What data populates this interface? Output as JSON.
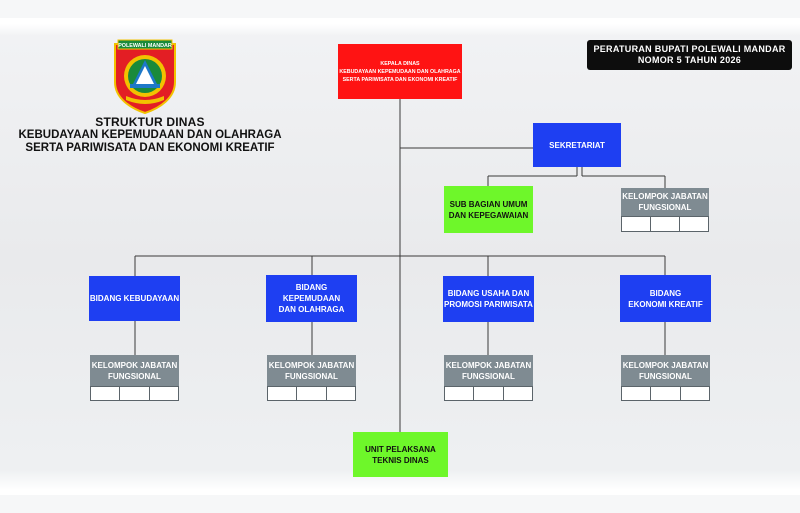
{
  "logo": {
    "ribbon_text": "POLEWALI MANDAR",
    "colors": {
      "red": "#e31e24",
      "gold": "#f2c200",
      "green": "#1a8a3a",
      "blue": "#1e78c8"
    }
  },
  "title": {
    "line1": "STRUKTUR DINAS",
    "line2": "KEBUDAYAAN KEPEMUDAAN DAN OLAHRAGA",
    "line3": "SERTA PARIWISATA DAN EKONOMI KREATIF"
  },
  "regulation": {
    "line1": "PERATURAN BUPATI POLEWALI MANDAR",
    "line2": "NOMOR 5 TAHUN 2026"
  },
  "colors": {
    "head": "#ff1313",
    "unit": "#1e3ff2",
    "sub": "#6ef72a",
    "functional": "#7f8b92"
  },
  "org": {
    "kepala": {
      "line1": "KEPALA DINAS",
      "line2": "KEBUDAYAAN KEPEMUDAAN DAN OLAHRAGA",
      "line3": "SERTA PARIWISATA DAN EKONOMI KREATIF"
    },
    "sekretariat": {
      "label": "SEKRETARIAT"
    },
    "sub_bagian": {
      "line1": "SUB BAGIAN UMUM",
      "line2": "DAN KEPEGAWAIAN"
    },
    "kjf_sekretariat": {
      "line1": "KELOMPOK JABATAN",
      "line2": "FUNGSIONAL"
    },
    "bidang": [
      {
        "line1": "BIDANG KEBUDAYAAN",
        "line2": ""
      },
      {
        "line1": "BIDANG KEPEMUDAAN",
        "line2": "DAN OLAHRAGA"
      },
      {
        "line1": "BIDANG USAHA DAN",
        "line2": "PROMOSI PARIWISATA"
      },
      {
        "line1": "BIDANG",
        "line2": "EKONOMI KREATIF"
      }
    ],
    "kjf_bidang": [
      {
        "line1": "KELOMPOK JABATAN",
        "line2": "FUNGSIONAL"
      },
      {
        "line1": "KELOMPOK JABATAN",
        "line2": "FUNGSIONAL"
      },
      {
        "line1": "KELOMPOK JABATAN",
        "line2": "FUNGSIONAL"
      },
      {
        "line1": "KELOMPOK JABATAN",
        "line2": "FUNGSIONAL"
      }
    ],
    "upt": {
      "line1": "UNIT PELAKSANA",
      "line2": "TEKNIS DINAS"
    }
  }
}
